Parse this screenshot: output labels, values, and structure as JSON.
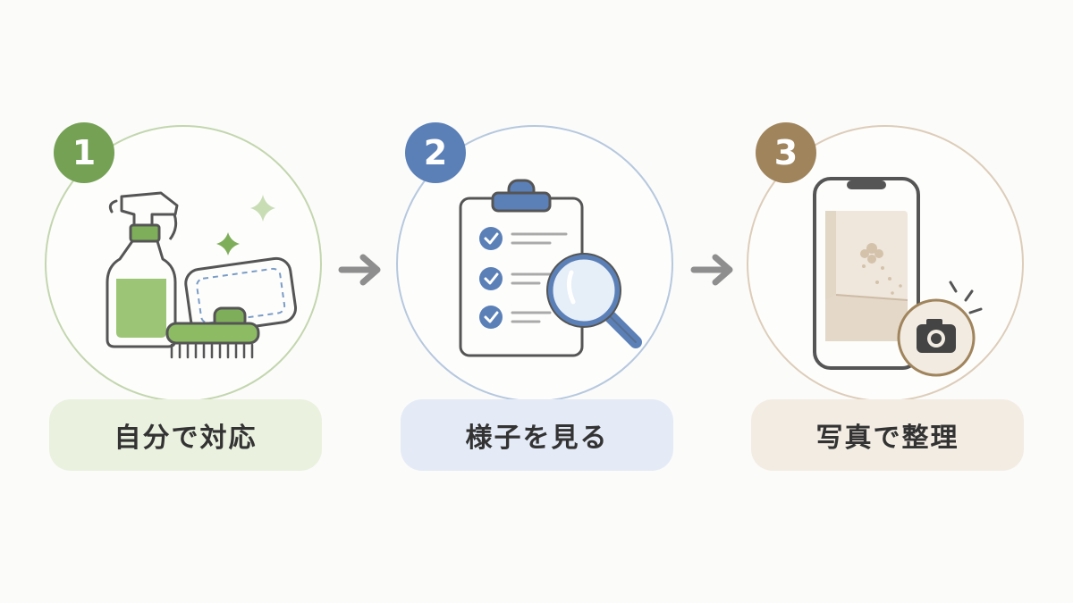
{
  "steps": [
    {
      "number": "1",
      "label": "自分で対応",
      "color": "#75a154",
      "pill_bg": "#eaf1df",
      "ring": "#c3d6ae",
      "illustration": "spray-bottle-brush-cloth-icon"
    },
    {
      "number": "2",
      "label": "様子を見る",
      "color": "#5b80b7",
      "pill_bg": "#e4ebf6",
      "ring": "#b6c8de",
      "illustration": "clipboard-magnifier-icon"
    },
    {
      "number": "3",
      "label": "写真で整理",
      "color": "#a0845c",
      "pill_bg": "#f3ece3",
      "ring": "#ddcdb9",
      "illustration": "smartphone-camera-icon"
    }
  ],
  "arrow_color": "#8e8e8e"
}
